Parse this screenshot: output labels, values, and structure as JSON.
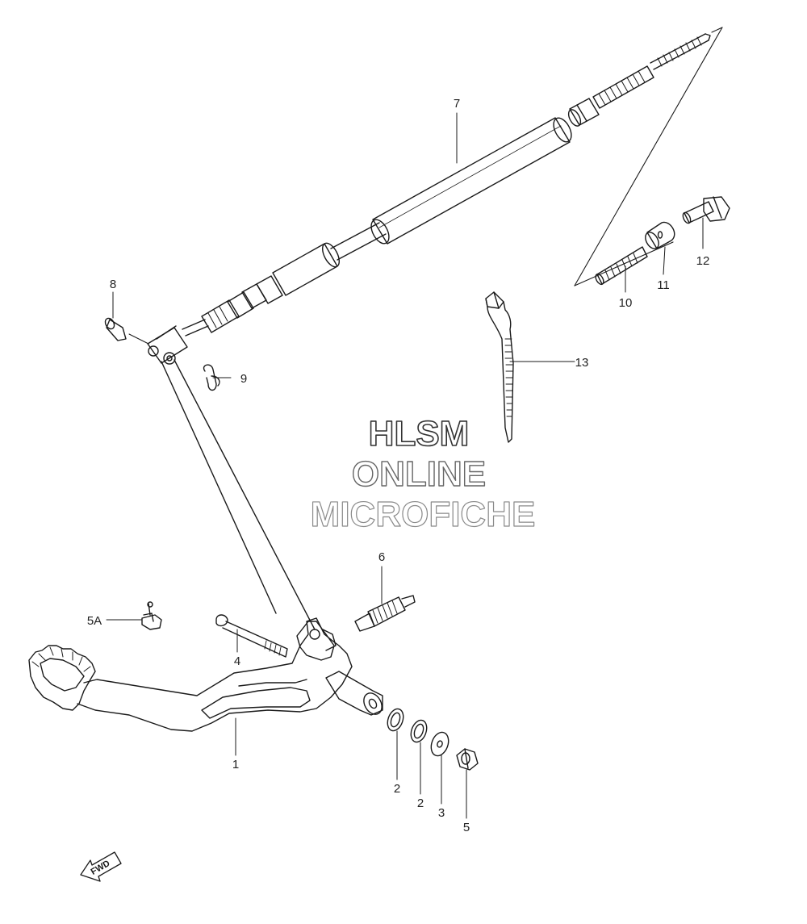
{
  "callouts": {
    "c1": "1",
    "c2a": "2",
    "c2b": "2",
    "c3": "3",
    "c4": "4",
    "c5": "5",
    "c5a": "5A",
    "c6": "6",
    "c7": "7",
    "c8": "8",
    "c9": "9",
    "c10": "10",
    "c11": "11",
    "c12": "12",
    "c13": "13"
  },
  "watermark": {
    "line1": "HLSM",
    "line2": "ONLINE",
    "line3": "MICROFICHE"
  },
  "fwd_arrow": {
    "label": "FWD"
  },
  "colors": {
    "line": "#1a1a1a",
    "watermark_dark": "#333333",
    "watermark_light": "#8a8a8a"
  }
}
